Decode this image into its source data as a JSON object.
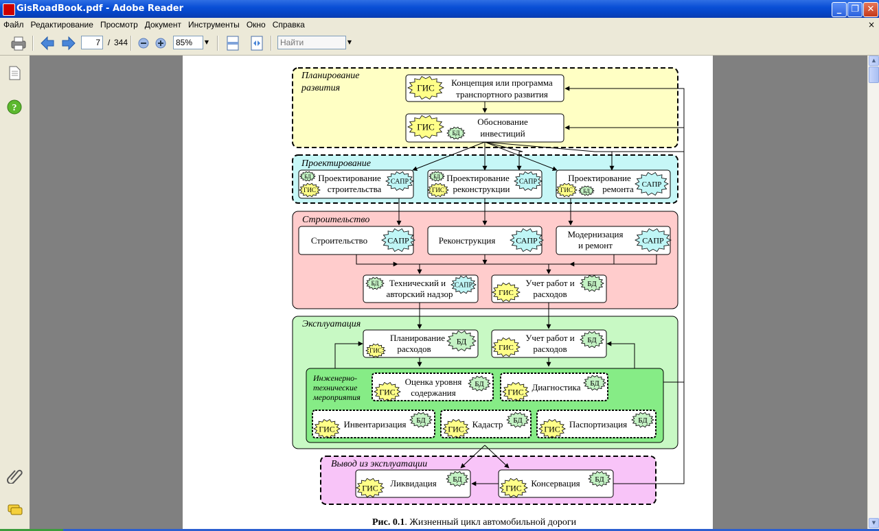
{
  "window": {
    "title": "GisRoadBook.pdf - Adobe Reader",
    "minimize": "_",
    "maximize": "❐",
    "close": "✕"
  },
  "menu": [
    "Файл",
    "Редактирование",
    "Просмотр",
    "Документ",
    "Инструменты",
    "Окно",
    "Справка"
  ],
  "menu_close": "×",
  "toolbar": {
    "page_current": "7",
    "page_sep": "/",
    "page_total": "344",
    "zoom": "85%",
    "find_placeholder": "Найти"
  },
  "diagram": {
    "tags": {
      "gis": "ГИС",
      "bd": "БД",
      "sapr": "САПР"
    },
    "stages": {
      "planning": "Планирование развития",
      "planning_l1": "Планирование",
      "planning_l2": "развития",
      "design": "Проектирование",
      "construction": "Строительство",
      "operation": "Эксплуатация",
      "engineering_l1": "Инженерно-",
      "engineering_l2": "технические",
      "engineering_l3": "мероприятия",
      "decommission": "Вывод из эксплуатации"
    },
    "boxes": {
      "concept_l1": "Концепция или программа",
      "concept_l2": "транспортного развития",
      "justify_l1": "Обоснование",
      "justify_l2": "инвестиций",
      "design_build_l1": "Проектирование",
      "design_build_l2": "строительства",
      "design_recon_l1": "Проектирование",
      "design_recon_l2": "реконструкции",
      "design_repair_l1": "Проектирование",
      "design_repair_l2": "ремонта",
      "build": "Строительство",
      "recon": "Реконструкция",
      "modern_l1": "Модернизация",
      "modern_l2": "и ремонт",
      "supervision_l1": "Технический и",
      "supervision_l2": "авторский надзор",
      "works_l1": "Учет работ и",
      "works_l2": "расходов",
      "plan_exp_l1": "Планирование",
      "plan_exp_l2": "расходов",
      "works2_l1": "Учет работ и",
      "works2_l2": "расходов",
      "maint_l1": "Оценка уровня",
      "maint_l2": "содержания",
      "diag": "Диагностика",
      "invent": "Инвентаризация",
      "cadastre": "Кадастр",
      "passport": "Паспортизация",
      "liquid": "Ликвидация",
      "conserv": "Консервация"
    },
    "caption_bold": "Рис. 0.1",
    "caption_text": ". Жизненный цикл автомобильной дороги"
  }
}
